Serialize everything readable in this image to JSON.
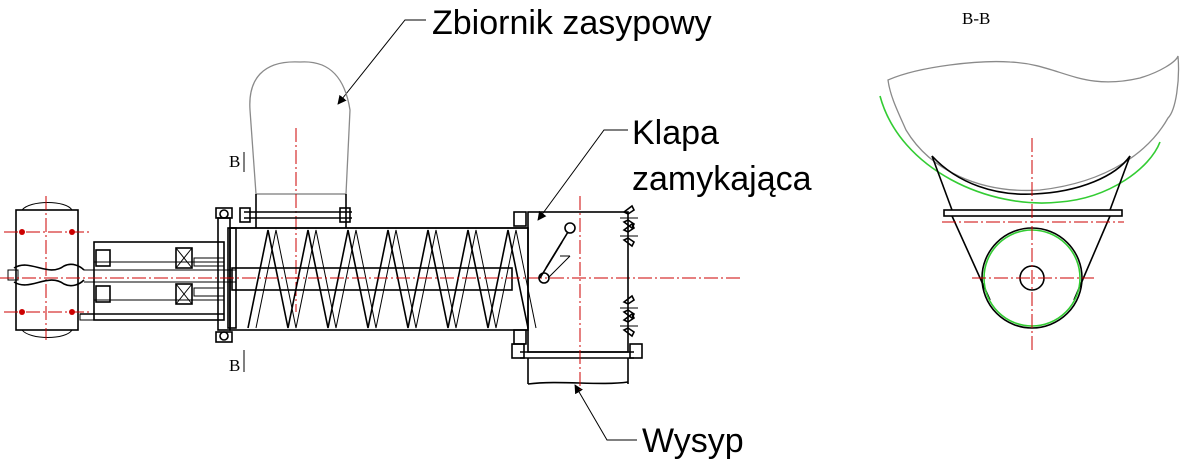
{
  "labels": {
    "hopper": "Zbiornik zasypowy",
    "flap_line1": "Klapa",
    "flap_line2": "zamykająca",
    "outlet": "Wysyp",
    "section_title": "B-B",
    "section_mark_top": "B",
    "section_mark_bottom": "B"
  },
  "colors": {
    "outline": "#000000",
    "hopper": "#8a8a8a",
    "axis": "#cc0000",
    "highlight": "#33cc33"
  },
  "icons": {
    "leader_arrow": "arrowhead"
  }
}
